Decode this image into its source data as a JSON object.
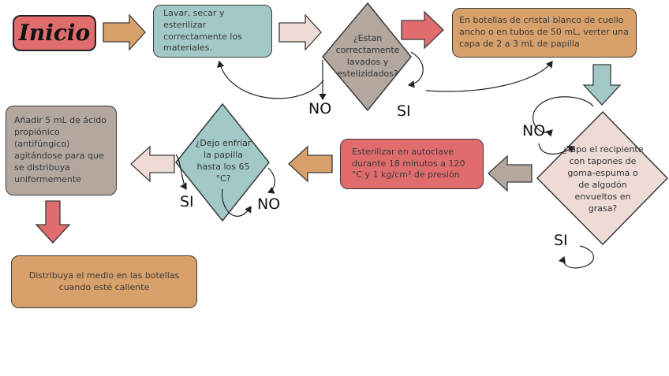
{
  "colors": {
    "red": "#e06c6e",
    "tan": "#d8a06a",
    "teal": "#a2c9c7",
    "taupe": "#b3a79e",
    "blush": "#eedbd6",
    "outline": "#3a3a3a"
  },
  "nodes": {
    "start": "Inicio",
    "wash": "Lavar, secar y esterilizar correctamente los materiales.",
    "check_clean": "¿Estan correctamente lavados y estelizidados?",
    "pour": "En botellas de cristal blanco de cuello ancho o en tubos de 50 mL, verter una capa de 2 a 3 mL de papilla",
    "check_cap": "¿Tapo el recipiente con tapones de goma-espuma o de algodón envueltos en grasa?",
    "sterilize": "Esterilizar en autoclave durante 18 minutos a 120 °C y 1 kg/cm² de presión",
    "check_cool": "¿Dejo enfriar la papilla hasta los 65 °C?",
    "add_acid": "Añadir 5 mL de ácido propiónico (antifúngico) agitándose para que se distribuya uniformemente",
    "distribute": "Distribuya el medio en las botellas cuando esté caliente"
  },
  "labels": {
    "no_1": "NO",
    "si_1": "SI",
    "no_2": "NO",
    "si_2": "SI",
    "si_3": "SI",
    "no_3": "NO"
  }
}
